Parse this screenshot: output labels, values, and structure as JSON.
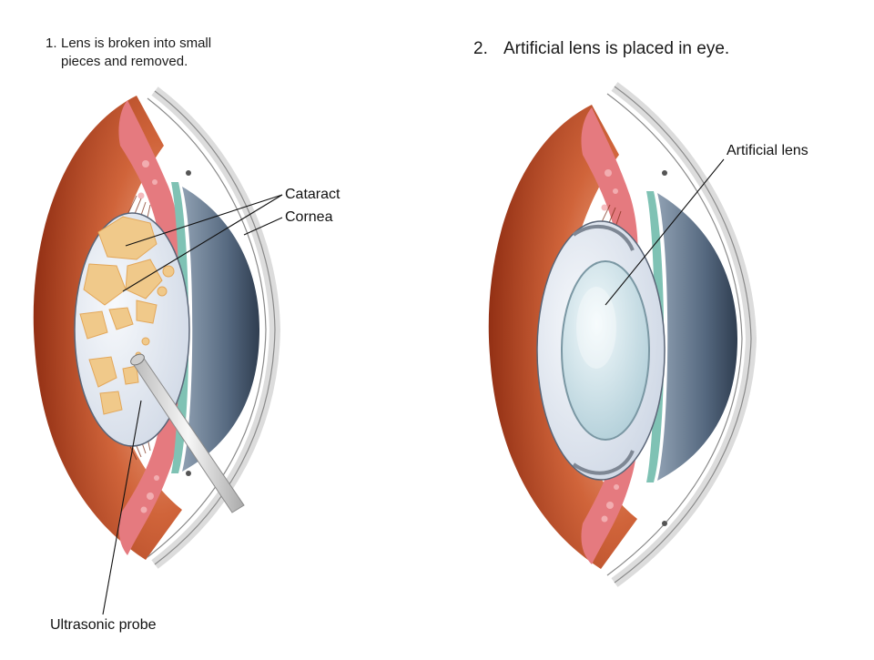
{
  "panels": [
    {
      "step": "1.",
      "caption_line1": "Lens is broken into small",
      "caption_line2": "pieces and removed.",
      "labels": {
        "cataract": "Cataract",
        "cornea": "Cornea",
        "probe": "Ultrasonic probe"
      }
    },
    {
      "step": "2.",
      "caption": "Artificial lens is placed in eye.",
      "labels": {
        "artificial_lens": "Artificial lens"
      }
    }
  ],
  "colors": {
    "eye_wall": "#b8441f",
    "eye_wall_dark": "#8c2a10",
    "iris_tissue": "#e57a7f",
    "cornea_edge": "#d9d9d9",
    "aqueous_chamber": "#55687f",
    "lens_capsule": "#e8edf5",
    "cataract_fragments": "#f0c98a",
    "artificial_lens": "#cfe3ea",
    "probe": "#e7e7e7"
  }
}
